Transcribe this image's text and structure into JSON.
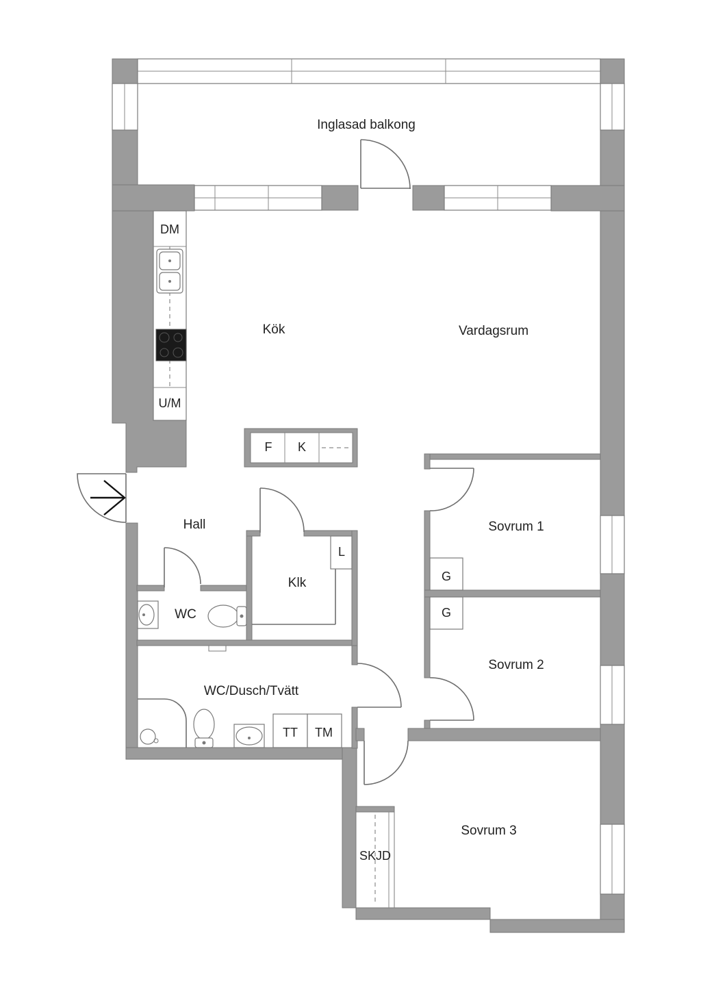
{
  "rooms": {
    "balcony": "Inglasad balkong",
    "kitchen": "Kök",
    "living": "Vardagsrum",
    "hall": "Hall",
    "closet": "Klk",
    "wc": "WC",
    "bathroom": "WC/Dusch/Tvätt",
    "bedroom1": "Sovrum 1",
    "bedroom2": "Sovrum 2",
    "bedroom3": "Sovrum 3"
  },
  "fixtures": {
    "dishwasher": "DM",
    "microwave_oven": "U/M",
    "fridge": "F",
    "freezer": "K",
    "linen": "L",
    "wardrobe1": "G",
    "wardrobe2": "G",
    "dryer": "TT",
    "washer": "TM",
    "sliding_wardrobe": "SKJD"
  },
  "colors": {
    "wall": "#9b9b9b",
    "line": "#6e6e6e",
    "background": "#ffffff"
  }
}
